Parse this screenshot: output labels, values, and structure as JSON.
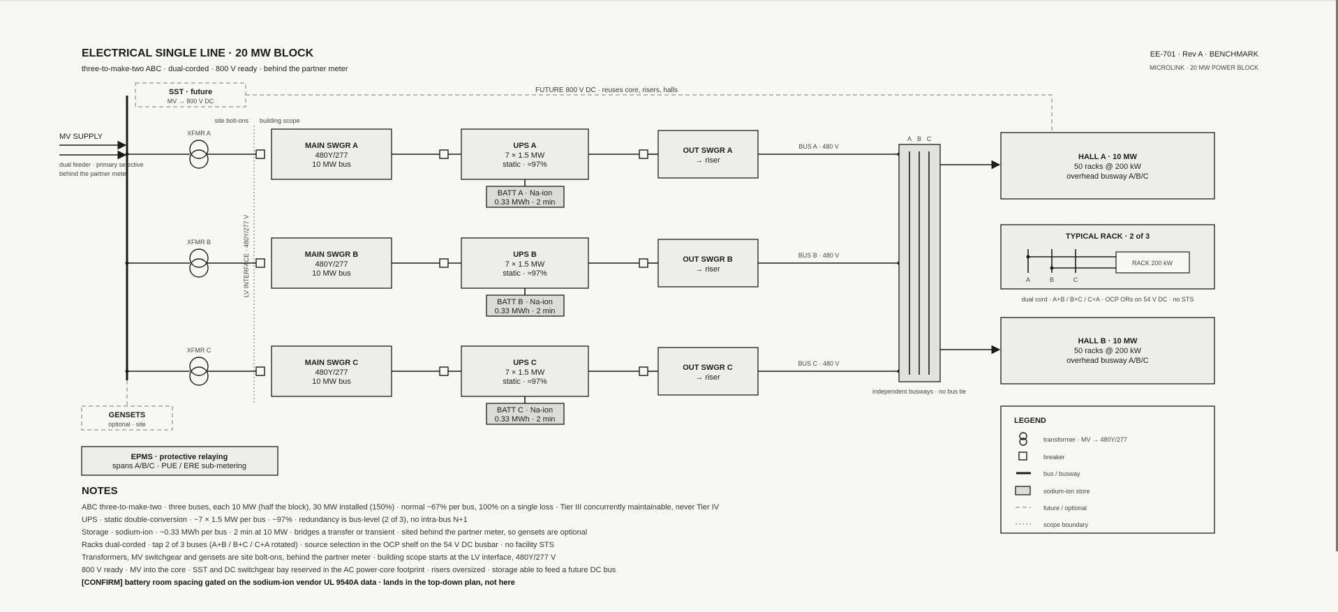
{
  "header": {
    "title": "ELECTRICAL SINGLE LINE · 20 MW BLOCK",
    "subtitle": "three-to-make-two ABC · dual-corded · 800 V ready · behind the partner meter",
    "doc_id": "EE-701 · Rev A · BENCHMARK",
    "project": "MICROLINK · 20 MW POWER BLOCK"
  },
  "supply": {
    "label": "MV SUPPLY",
    "note1": "dual feeder · primary selective",
    "note2": "behind the partner meter"
  },
  "sst": {
    "title": "SST · future",
    "sub": "MV → 800 V DC"
  },
  "future_dc": "FUTURE 800 V DC · reuses core, risers, halls",
  "scope": {
    "site": "site bolt-ons",
    "building": "building scope",
    "lv_interface": "LV INTERFACE · 480Y/277 V"
  },
  "gensets": {
    "title": "GENSETS",
    "sub": "optional · site"
  },
  "epms": {
    "title": "EPMS · protective relaying",
    "sub": "spans A/B/C · PUE / ERE sub-metering"
  },
  "trains": [
    {
      "xfmr": "XFMR A",
      "swgr": {
        "title": "MAIN SWGR A",
        "line1": "480Y/277",
        "line2": "10 MW bus"
      },
      "ups": {
        "title": "UPS A",
        "line1": "7 × 1.5 MW",
        "line2": "static · ≈97%"
      },
      "batt": {
        "line1": "BATT A · Na-ion",
        "line2": "0.33 MWh · 2 min"
      },
      "out": {
        "title": "OUT SWGR A",
        "line1": "→ riser"
      },
      "bus_label": "BUS A · 480 V"
    },
    {
      "xfmr": "XFMR B",
      "swgr": {
        "title": "MAIN SWGR B",
        "line1": "480Y/277",
        "line2": "10 MW bus"
      },
      "ups": {
        "title": "UPS B",
        "line1": "7 × 1.5 MW",
        "line2": "static · ≈97%"
      },
      "batt": {
        "line1": "BATT B · Na-ion",
        "line2": "0.33 MWh · 2 min"
      },
      "out": {
        "title": "OUT SWGR B",
        "line1": "→ riser"
      },
      "bus_label": "BUS B · 480 V"
    },
    {
      "xfmr": "XFMR C",
      "swgr": {
        "title": "MAIN SWGR C",
        "line1": "480Y/277",
        "line2": "10 MW bus"
      },
      "ups": {
        "title": "UPS C",
        "line1": "7 × 1.5 MW",
        "line2": "static · ≈97%"
      },
      "batt": {
        "line1": "BATT C · Na-ion",
        "line2": "0.33 MWh · 2 min"
      },
      "out": {
        "title": "OUT SWGR C",
        "line1": "→ riser"
      },
      "bus_label": "BUS C · 480 V"
    }
  ],
  "busway": {
    "letters": [
      "A",
      "B",
      "C"
    ],
    "note": "independent busways · no bus tie"
  },
  "hall_a": {
    "title": "HALL A · 10 MW",
    "line1": "50 racks @ 200 kW",
    "line2": "overhead busway A/B/C"
  },
  "hall_b": {
    "title": "HALL B · 10 MW",
    "line1": "50 racks @ 200 kW",
    "line2": "overhead busway A/B/C"
  },
  "rack": {
    "title": "TYPICAL RACK · 2 of 3",
    "label": "RACK 200 kW",
    "letters": [
      "A",
      "B",
      "C"
    ],
    "note": "dual cord · A+B / B+C / C+A · OCP ORs on 54 V DC · no STS"
  },
  "legend": {
    "title": "LEGEND",
    "items": [
      {
        "icon": "transformer-icon",
        "label": "transformer · MV → 480Y/277"
      },
      {
        "icon": "breaker-icon",
        "label": "breaker"
      },
      {
        "icon": "bus-line-icon",
        "label": "bus / busway"
      },
      {
        "icon": "sodium-ion-store-icon",
        "label": "sodium-ion store"
      },
      {
        "icon": "dashed-line-icon",
        "label": "future / optional"
      },
      {
        "icon": "dotted-line-icon",
        "label": "scope boundary"
      }
    ]
  },
  "notes": {
    "title": "NOTES",
    "lines": [
      "ABC three-to-make-two · three buses, each 10 MW (half the block), 30 MW installed (150%) · normal ~67% per bus, 100% on a single loss · Tier III concurrently maintainable, never Tier IV",
      "UPS · static double-conversion · ~7 × 1.5 MW per bus · ~97% · redundancy is bus-level (2 of 3), no intra-bus N+1",
      "Storage · sodium-ion · ~0.33 MWh per bus · 2 min at 10 MW · bridges a transfer or transient · sited behind the partner meter, so gensets are optional",
      "Racks dual-corded · tap 2 of 3 buses (A+B / B+C / C+A rotated) · source selection in the OCP shelf on the 54 V DC busbar · no facility STS",
      "Transformers, MV switchgear and gensets are site bolt-ons, behind the partner meter · building scope starts at the LV interface, 480Y/277 V",
      "800 V ready · MV into the core · SST and DC switchgear bay reserved in the AC power-core footprint · risers oversized · storage able to feed a future DC bus"
    ],
    "confirm": "[CONFIRM] battery room spacing gated on the sodium-ion vendor UL 9540A data · lands in the top-down plan, not here"
  }
}
